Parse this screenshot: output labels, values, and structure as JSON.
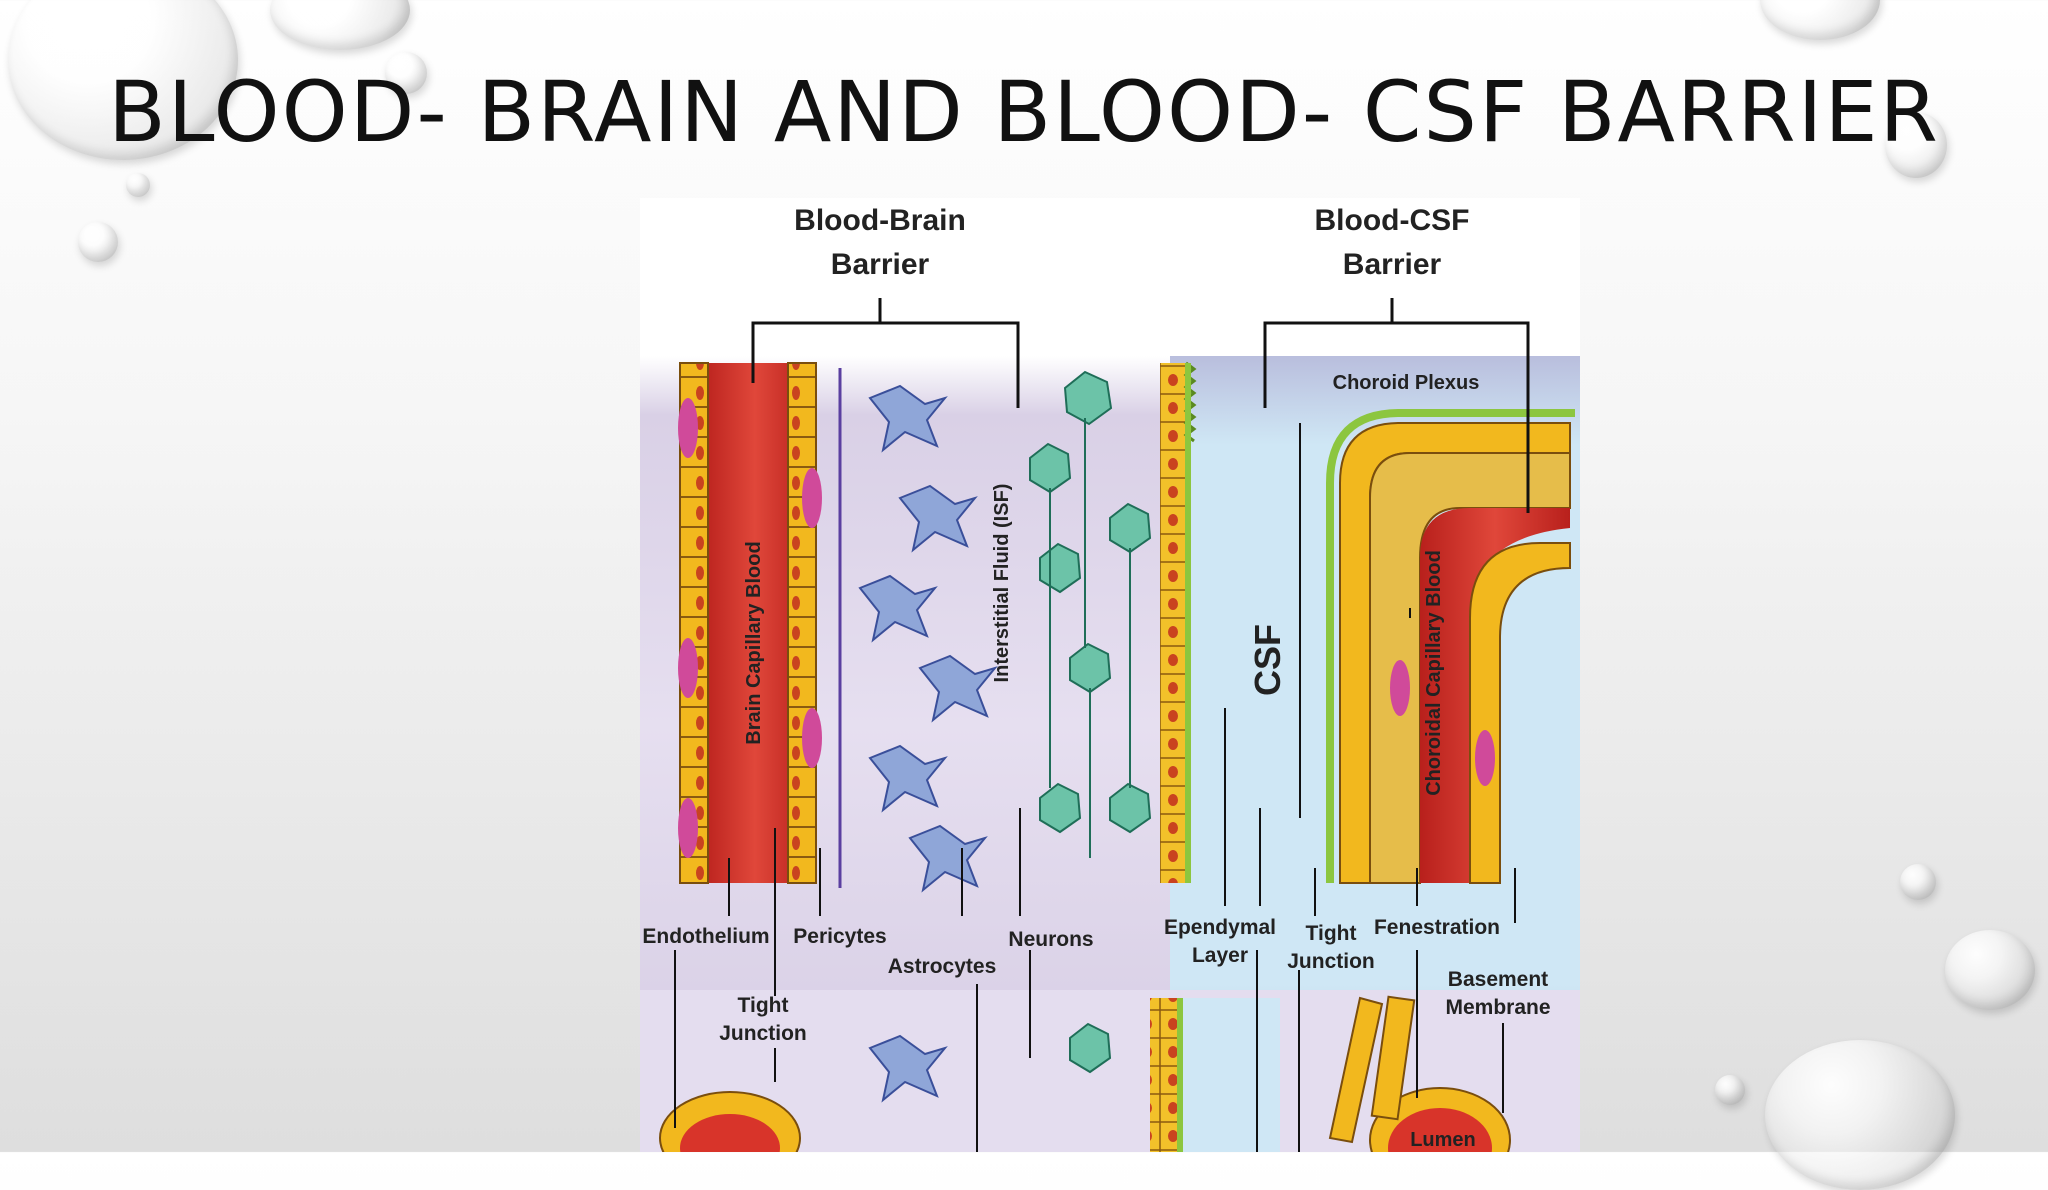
{
  "slide": {
    "title": "BLOOD- BRAIN AND BLOOD- CSF BARRIER"
  },
  "diagram": {
    "headers": {
      "bbb_line1": "Blood-Brain",
      "bbb_line2": "Barrier",
      "bcsf_line1": "Blood-CSF",
      "bcsf_line2": "Barrier"
    },
    "labels": {
      "choroid_plexus": "Choroid Plexus",
      "brain_capillary_blood": "Brain Capillary Blood",
      "interstitial_fluid": "Interstitial Fluid (ISF)",
      "csf": "CSF",
      "choroidal_capillary_blood": "Choroidal Capillary Blood",
      "endothelium": "Endothelium",
      "pericytes": "Pericytes",
      "astrocytes": "Astrocytes",
      "neurons": "Neurons",
      "ependymal_line1": "Ependymal",
      "ependymal_line2": "Layer",
      "tight_junction_right_line1": "Tight",
      "tight_junction_right_line2": "Junction",
      "fenestration": "Fenestration",
      "basement_line1": "Basement",
      "basement_line2": "Membrane",
      "tight_junction_left_line1": "Tight",
      "tight_junction_left_line2": "Junction",
      "lumen": "Lumen"
    },
    "colors": {
      "blood": "#d8342a",
      "endothelium_wall": "#f2b81e",
      "pericyte": "#d04a9a",
      "astrocyte": "#8fa6d8",
      "neuron": "#6cc3a8",
      "csf": "#bfe0f2",
      "isf": "#ddd3e6",
      "ependymal": "#8cc63f"
    }
  }
}
